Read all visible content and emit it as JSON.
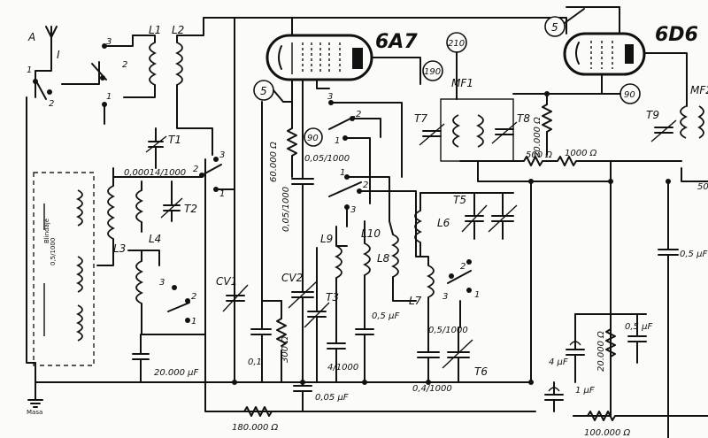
{
  "tubes": [
    {
      "id": "6A7",
      "label": "6A7"
    },
    {
      "id": "6D6",
      "label": "6D6"
    }
  ],
  "node_tags": [
    "5",
    "210",
    "190",
    "90",
    "5",
    "90"
  ],
  "antenna": {
    "label": "A",
    "switch": "I"
  },
  "coils": {
    "l1": "L1",
    "l2": "L2",
    "l3": "L3",
    "l4": "L4",
    "l6": "L6",
    "l7": "L7",
    "l8": "L8",
    "l9": "L9",
    "l10": "L10",
    "mf1": "MF1",
    "mf2": "MF2"
  },
  "capacitors": {
    "cv1": "CV1",
    "cv2": "CV2",
    "t1": "T1",
    "t2": "T2",
    "t3": "T3",
    "t5": "T5",
    "t6": "T6",
    "t7": "T7",
    "t8": "T8",
    "t9": "T9"
  },
  "values": {
    "c_00014": "0,00014/1000",
    "r_60000": "60.000 Ω",
    "c_005_1000": "0,05/1000",
    "c_0051000b": "0,05/1000",
    "r_20000_mf1": "20.000 Ω",
    "r_500": "500 Ω",
    "r_1000": "1000 Ω",
    "c_05uf_top": "0,5 μF",
    "r_300": "300 Ω",
    "c_01": "0,1",
    "c_4_1000": "4/1000",
    "c_05uf_mid": "0,5 μF",
    "c_05_1000": "0,5/1000",
    "c_04_1000": "0,4/1000",
    "c_20000uf": "20.000 μF",
    "c_005uf": "0,05 μF",
    "r_180000": "180.000 Ω",
    "r_20000_b": "20.000 Ω",
    "c_05uf_r": "0,5 μF",
    "c_1uf": "1 μF",
    "c_4uf": "4 μF",
    "r_100000": "100.000 Ω",
    "c_05_right": "0,5 μF",
    "r_50": "50"
  },
  "switch_positions": [
    "1",
    "2",
    "3"
  ],
  "side_texts": {
    "box_a": "0,5/1000",
    "box_b": "Blindaje",
    "terminal": "Masa"
  }
}
